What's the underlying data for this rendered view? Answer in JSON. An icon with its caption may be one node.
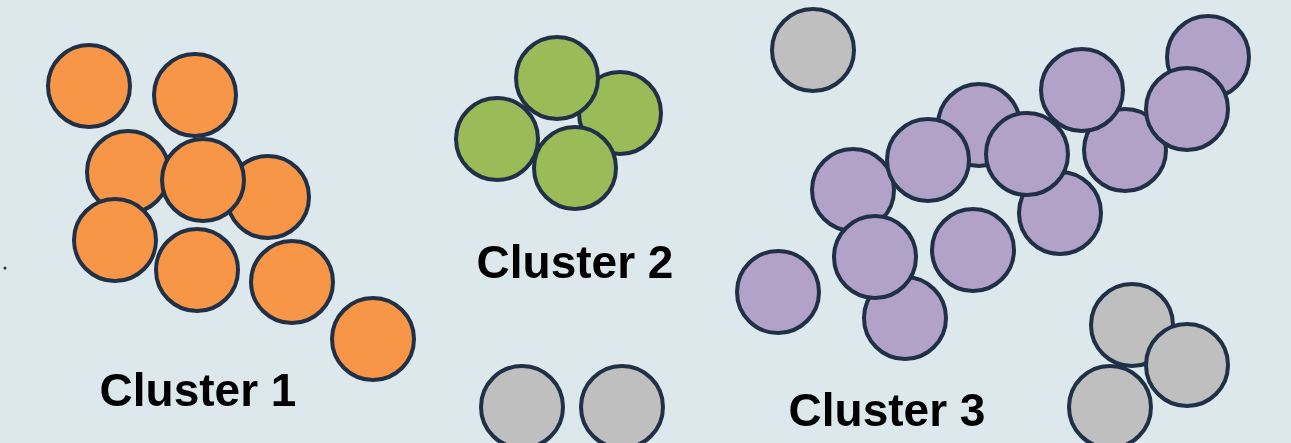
{
  "diagram": {
    "labels": [
      "Cluster 1",
      "Cluster 2",
      "Cluster 3"
    ]
  }
}
